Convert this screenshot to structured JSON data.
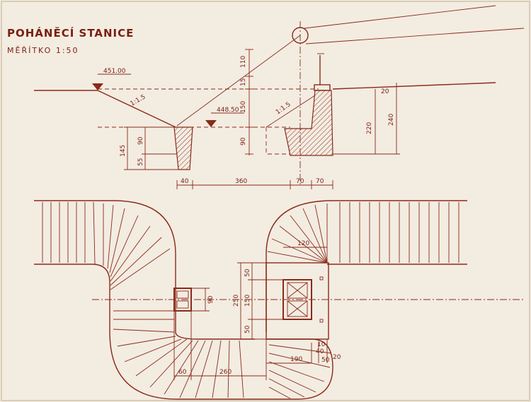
{
  "title": "POHÁNĚCÍ STANICE",
  "scale": "MĚŘÍTKO 1:50",
  "section": {
    "level_top": "451.00",
    "level_bottom": "448.50",
    "slope_left": "1:1.5",
    "slope_right": "1:1.5",
    "dims_vertical_right": [
      "110",
      "15",
      "150",
      "90",
      "220",
      "240",
      "20"
    ],
    "dims_vertical_left": [
      "145",
      "90",
      "55"
    ],
    "dims_horizontal": [
      "40",
      "360",
      "70",
      "70"
    ]
  },
  "plan": {
    "dims_vertical": [
      "50",
      "150",
      "250",
      "50",
      "90"
    ],
    "dims_horizontal_bottom": [
      "60",
      "260"
    ],
    "dims_right": [
      "120",
      "190",
      "10",
      "40",
      "50",
      "20"
    ]
  },
  "colors": {
    "ink": "#8a2a1a",
    "paper": "#f3ece1"
  }
}
